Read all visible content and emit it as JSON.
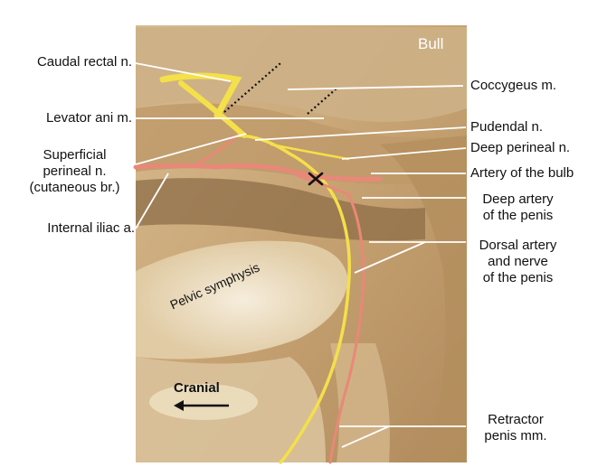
{
  "species": "Bull",
  "colors": {
    "tissue": "#c9a878",
    "nerve": "#f4e04a",
    "artery": "#e98878",
    "bone": "#f1e6cf",
    "leader": "#ffffff"
  },
  "labels_left": {
    "caudal_rectal": "Caudal rectal n.",
    "levator_ani": "Levator ani m.",
    "superficial_perineal_1": "Superficial",
    "superficial_perineal_2": "perineal n.",
    "superficial_perineal_3": "(cutaneous br.)",
    "internal_iliac": "Internal iliac a."
  },
  "labels_right": {
    "coccygeus": "Coccygeus m.",
    "pudendal": "Pudendal n.",
    "deep_perineal": "Deep perineal n.",
    "artery_bulb": "Artery of the bulb",
    "deep_artery_1": "Deep artery",
    "deep_artery_2": "of the penis",
    "dorsal_1": "Dorsal artery",
    "dorsal_2": "and nerve",
    "dorsal_3": "of the penis",
    "retractor_1": "Retractor",
    "retractor_2": "penis mm."
  },
  "in_image": {
    "pelvic_symphysis": "Pelvic symphysis",
    "cranial": "Cranial"
  }
}
